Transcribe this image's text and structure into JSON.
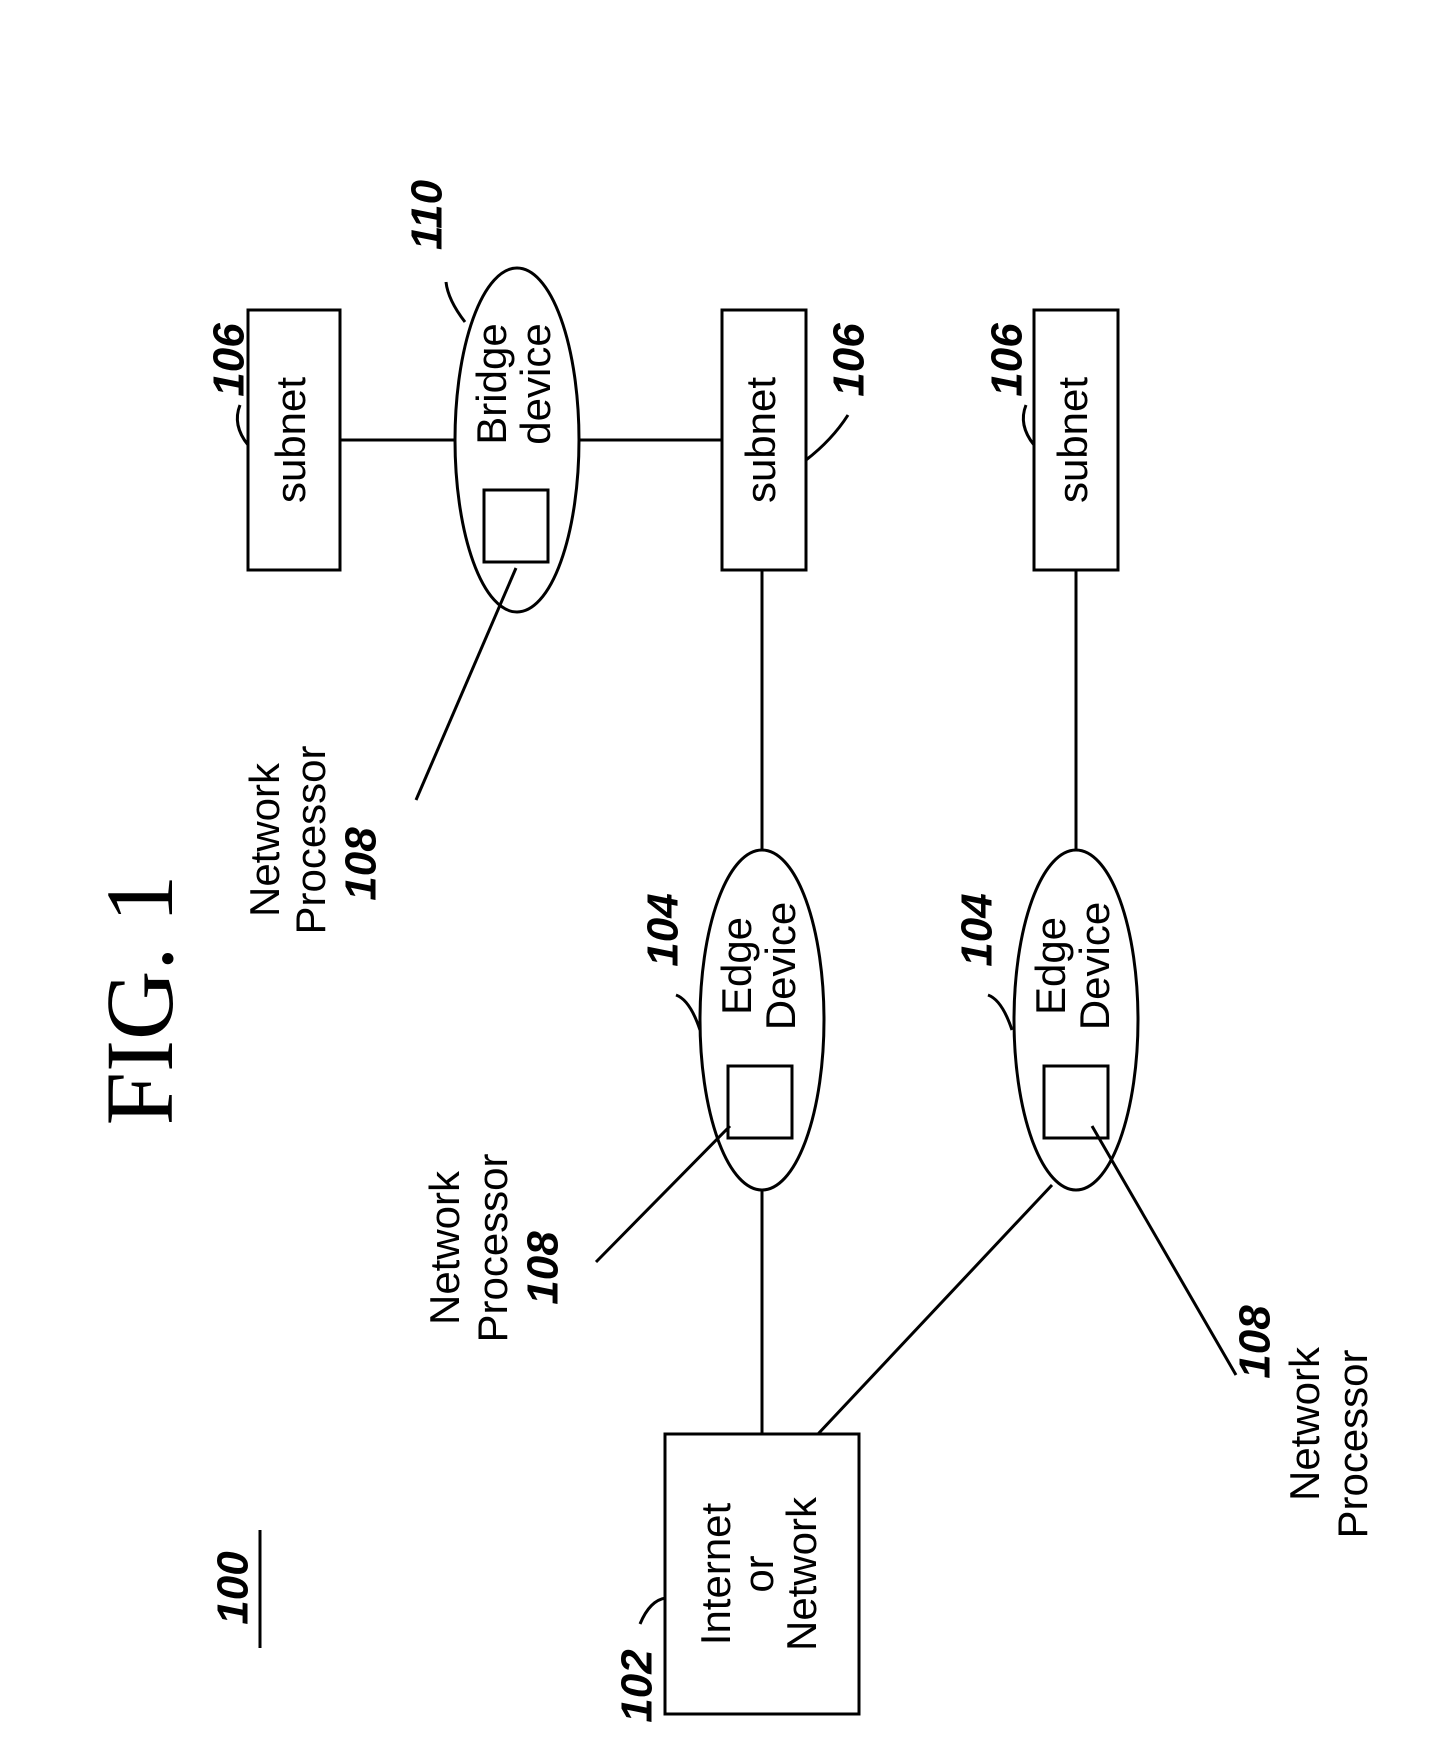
{
  "figure": {
    "title": "FIG. 1",
    "ref_system": "100"
  },
  "network": {
    "label_line1": "Internet",
    "label_line2": "or",
    "label_line3": "Network",
    "ref": "102"
  },
  "edge_device_1": {
    "line1": "Edge",
    "line2": "Device",
    "ref": "104"
  },
  "edge_device_2": {
    "line1": "Edge",
    "line2": "Device",
    "ref": "104"
  },
  "bridge_device": {
    "line1": "Bridge",
    "line2": "device",
    "ref": "110"
  },
  "subnet_1": {
    "label": "subnet",
    "ref": "106"
  },
  "subnet_2": {
    "label": "subnet",
    "ref": "106"
  },
  "subnet_3": {
    "label": "subnet",
    "ref": "106"
  },
  "np_bridge": {
    "line1": "Network",
    "line2": "Processor",
    "ref": "108"
  },
  "np_edge_1": {
    "line1": "Network",
    "line2": "Processor",
    "ref": "108"
  },
  "np_edge_2": {
    "line1": "Network",
    "line2": "Processor",
    "ref": "108"
  }
}
